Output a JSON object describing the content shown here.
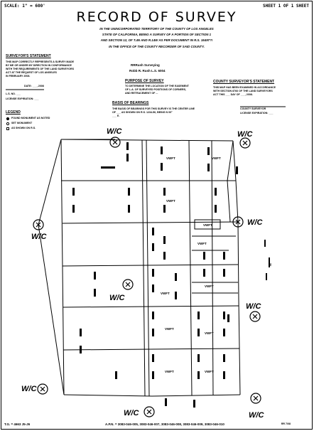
{
  "header": {
    "scale": "SCALE: 1\" = 600'",
    "sheet": "SHEET 1 OF 1 SHEET"
  },
  "title": "RECORD OF SURVEY",
  "description": [
    "IN THE UNINCORPORATED TERRITORY OF THE COUNTY OF LOS ANGELES",
    "STATE OF CALIFORNIA, BEING A SURVEY OF A PORTION OF SECTION 1",
    "AND SECTION 12, OF T.4N AND R.14W AS PER DOCUMENT IN R.S. 15497?!",
    "IN THE OFFICE OF THE COUNTY RECORDER OF SAID COUNTY."
  ],
  "surveyor_statement": {
    "heading": "SURVEYOR'S STATEMENT",
    "lines": [
      "THIS MAP CORRECTLY REPRESENTS A SURVEY MADE",
      "BY ME OR UNDER MY DIRECTION IN CONFORMANCE",
      "WITH THE REQUIREMENTS OF THE LAND SURVEYORS",
      "ACT AT THE REQUEST OF LOS ANGELES",
      "IN FEBRUARY 2008."
    ],
    "date": "DATE: ___, 2008",
    "signature": "L.S. NO. ___",
    "license": "LICENSE EXPIRATION: ___"
  },
  "firm": {
    "name": "RRRush Surveying",
    "surveyor": "Robb R. Rush L.S. 6004"
  },
  "purpose": {
    "heading": "PURPOSE OF SURVEY",
    "lines": [
      "TO DETERMINE THE LOCATION OF THE EASEMENT",
      "OF L.A. OF SURVEYED POSITIONS OF CORNERS,",
      "AND RETRACEMENT OF ..."
    ]
  },
  "county_statement": {
    "heading": "COUNTY SURVEYOR'S STATEMENT",
    "lines": [
      "THIS MAP HAS BEEN EXAMINED IN ACCORDANCE",
      "WITH SECTION 8766 OF THE LAND SURVEYORS",
      "ACT THIS ___ DAY OF ___, 2008."
    ],
    "signature_label": "COUNTY SURVEYOR",
    "license": "LICENSE EXPIRATION: ___"
  },
  "basis": {
    "heading": "BASIS OF BEARINGS",
    "lines": [
      "THE BASIS OF BEARINGS FOR THIS SURVEY IS THE CENTER LINE",
      "OF ___ AS SHOWN ON R.S. 1234-56, BEING N 00°",
      "___ E."
    ]
  },
  "legend": {
    "heading": "LEGEND",
    "items": [
      "FOUND MONUMENT AS NOTED",
      "SET MONUMENT",
      "AS SHOWN ON R.S."
    ]
  },
  "corner_label": "W/C",
  "parcel_label": "VWFT",
  "north_label": "N",
  "footer": {
    "left": "T.G. = 4663 J5-J6",
    "center": "A.P.N. = 3083-046-005, 3083-046-007, 3083-046-008, 3083-046-009, 3083-046-010",
    "right": "RR 7/08"
  },
  "colors": {
    "ink": "#000000",
    "paper": "#ffffff"
  }
}
